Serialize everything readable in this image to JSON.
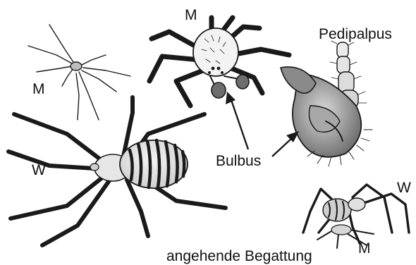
{
  "labels": {
    "male_top_center": "M",
    "male_small_left": "M",
    "female_left": "W",
    "pedipalpus": "Pedipalpus",
    "bulbus": "Bulbus",
    "female_mating": "W",
    "male_mating": "M",
    "caption": "angehende Begattung"
  },
  "colors": {
    "ink": "#1a1a1a",
    "body_light": "#e8e8e8",
    "body_mid": "#b5b5b5",
    "body_dark": "#6e6e6e",
    "background": "#ffffff"
  }
}
